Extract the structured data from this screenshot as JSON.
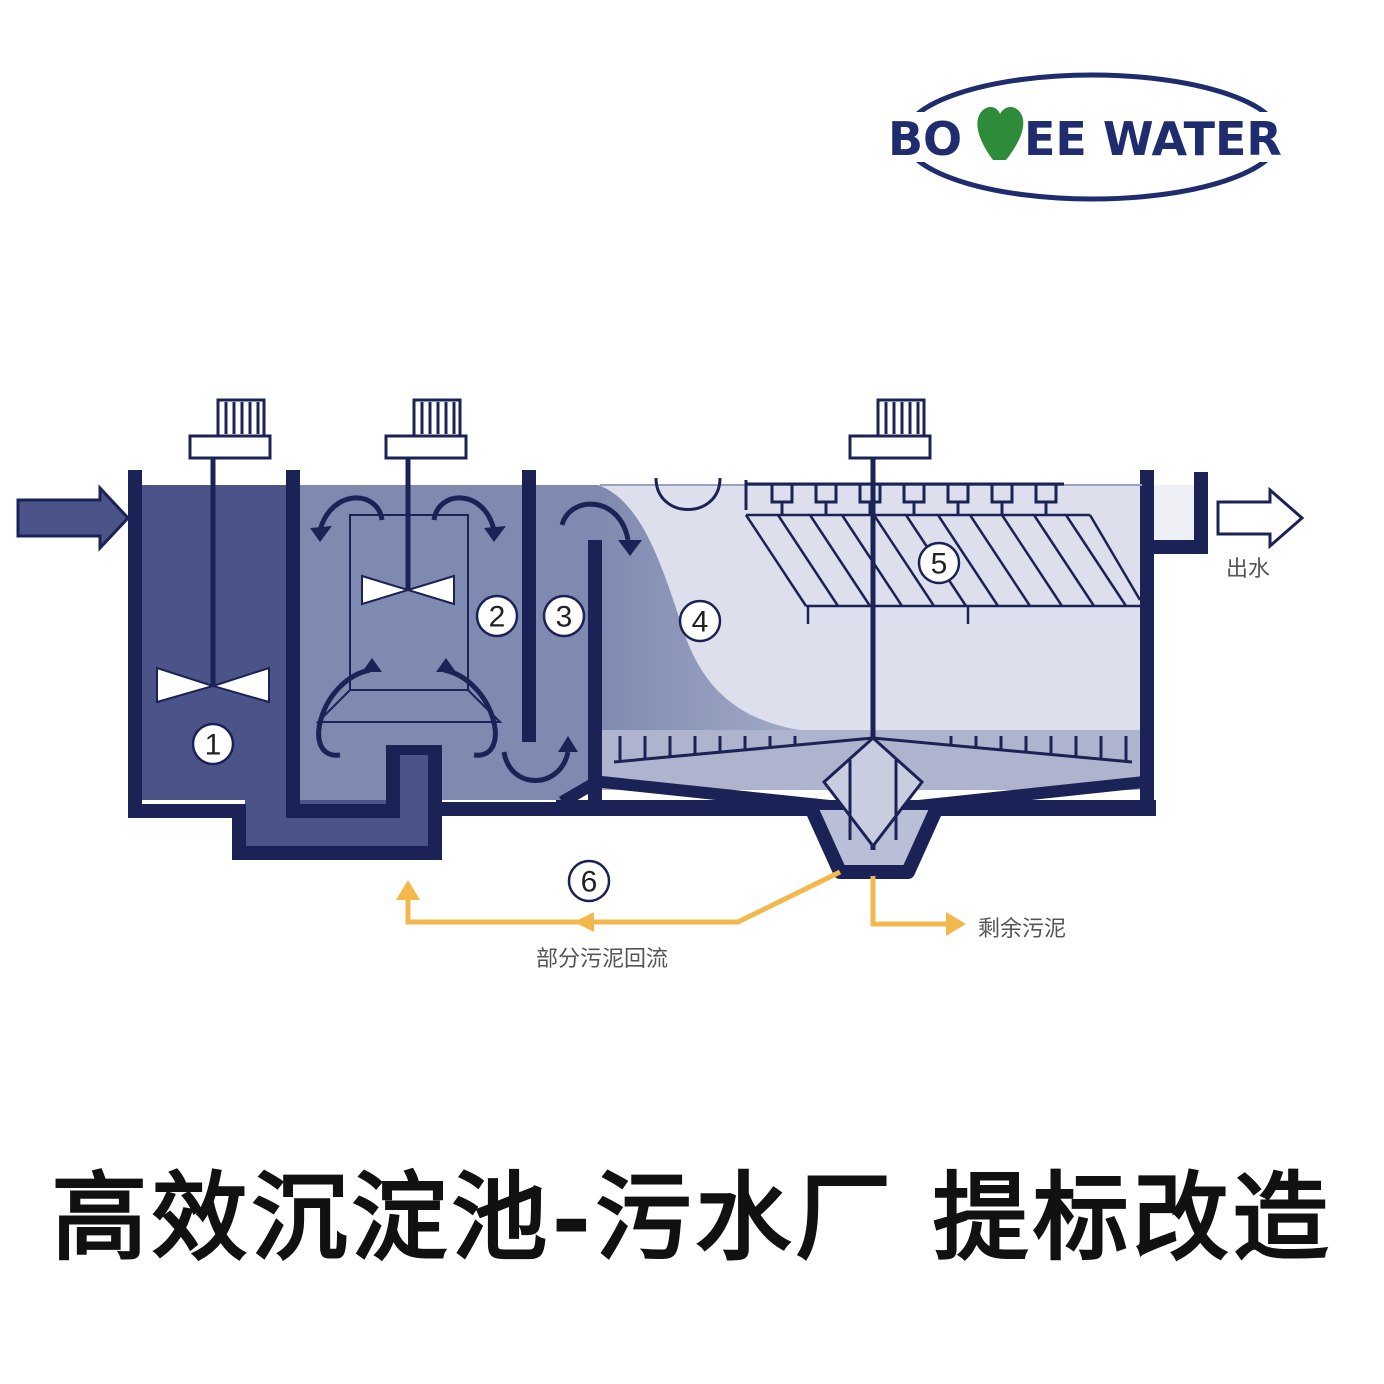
{
  "logo": {
    "left_text": "BO",
    "right_text": "EE WATER",
    "colors": {
      "ring": "#1f2c6e",
      "drop": "#2e8b3a"
    }
  },
  "zones": [
    {
      "id": "1",
      "label": "1"
    },
    {
      "id": "2",
      "label": "2"
    },
    {
      "id": "3",
      "label": "3"
    },
    {
      "id": "4",
      "label": "4"
    },
    {
      "id": "5",
      "label": "5"
    },
    {
      "id": "6",
      "label": "6"
    }
  ],
  "labels": {
    "outlet": "出水",
    "excess_sludge": "剩余污泥",
    "sludge_return": "部分污泥回流"
  },
  "title": "高效沉淀池-污水厂 提标改造",
  "colors": {
    "dark_navy": "#1b2356",
    "zone1_fill": "#4a5488",
    "zone2_fill": "#7f8ab0",
    "zone4_fill": "#dde0ec",
    "sludge_arrow": "#f2b84b"
  }
}
